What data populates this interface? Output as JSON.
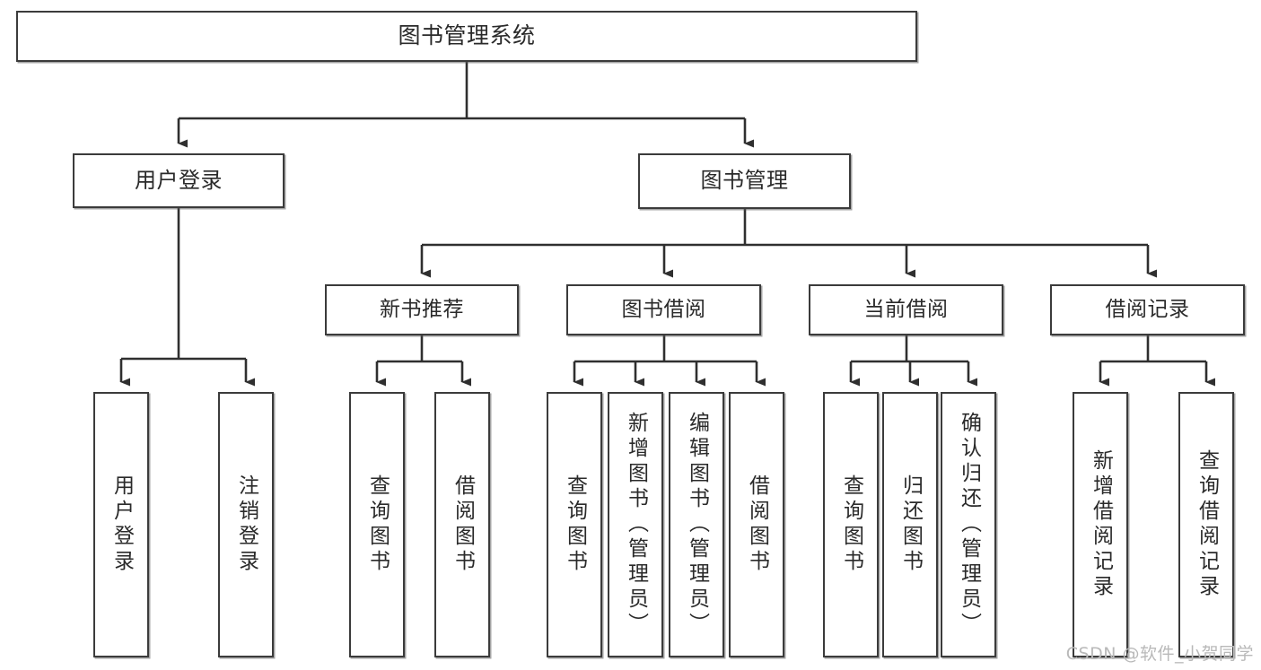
{
  "diagram": {
    "title": "图书管理系统",
    "type": "tree",
    "colors": {
      "box_border": "#3b3b3b",
      "box_fill": "#ffffff",
      "connector": "#2f2f2f",
      "text": "#2a2a2a",
      "watermark": "#b9b9b9"
    },
    "nodes": {
      "root": {
        "label": "图书管理系统"
      },
      "level1": [
        {
          "label": "用户登录"
        },
        {
          "label": "图书管理"
        }
      ],
      "level2": [
        {
          "label": "新书推荐"
        },
        {
          "label": "图书借阅"
        },
        {
          "label": "当前借阅"
        },
        {
          "label": "借阅记录"
        }
      ],
      "leaves": {
        "user_login": [
          {
            "label": "用户登录"
          },
          {
            "label": "注销登录"
          }
        ],
        "new_book": [
          {
            "label": "查询图书"
          },
          {
            "label": "借阅图书"
          }
        ],
        "book_borrow": [
          {
            "label": "查询图书"
          },
          {
            "label": "新增图书（管理员）"
          },
          {
            "label": "编辑图书（管理员）"
          },
          {
            "label": "借阅图书"
          }
        ],
        "current_borrow": [
          {
            "label": "查询图书"
          },
          {
            "label": "归还图书"
          },
          {
            "label": "确认归还（管理员）"
          }
        ],
        "borrow_record": [
          {
            "label": "新增借阅记录"
          },
          {
            "label": "查询借阅记录"
          }
        ]
      }
    }
  },
  "watermark": {
    "text": "CSDN @软件_小贺同学"
  }
}
